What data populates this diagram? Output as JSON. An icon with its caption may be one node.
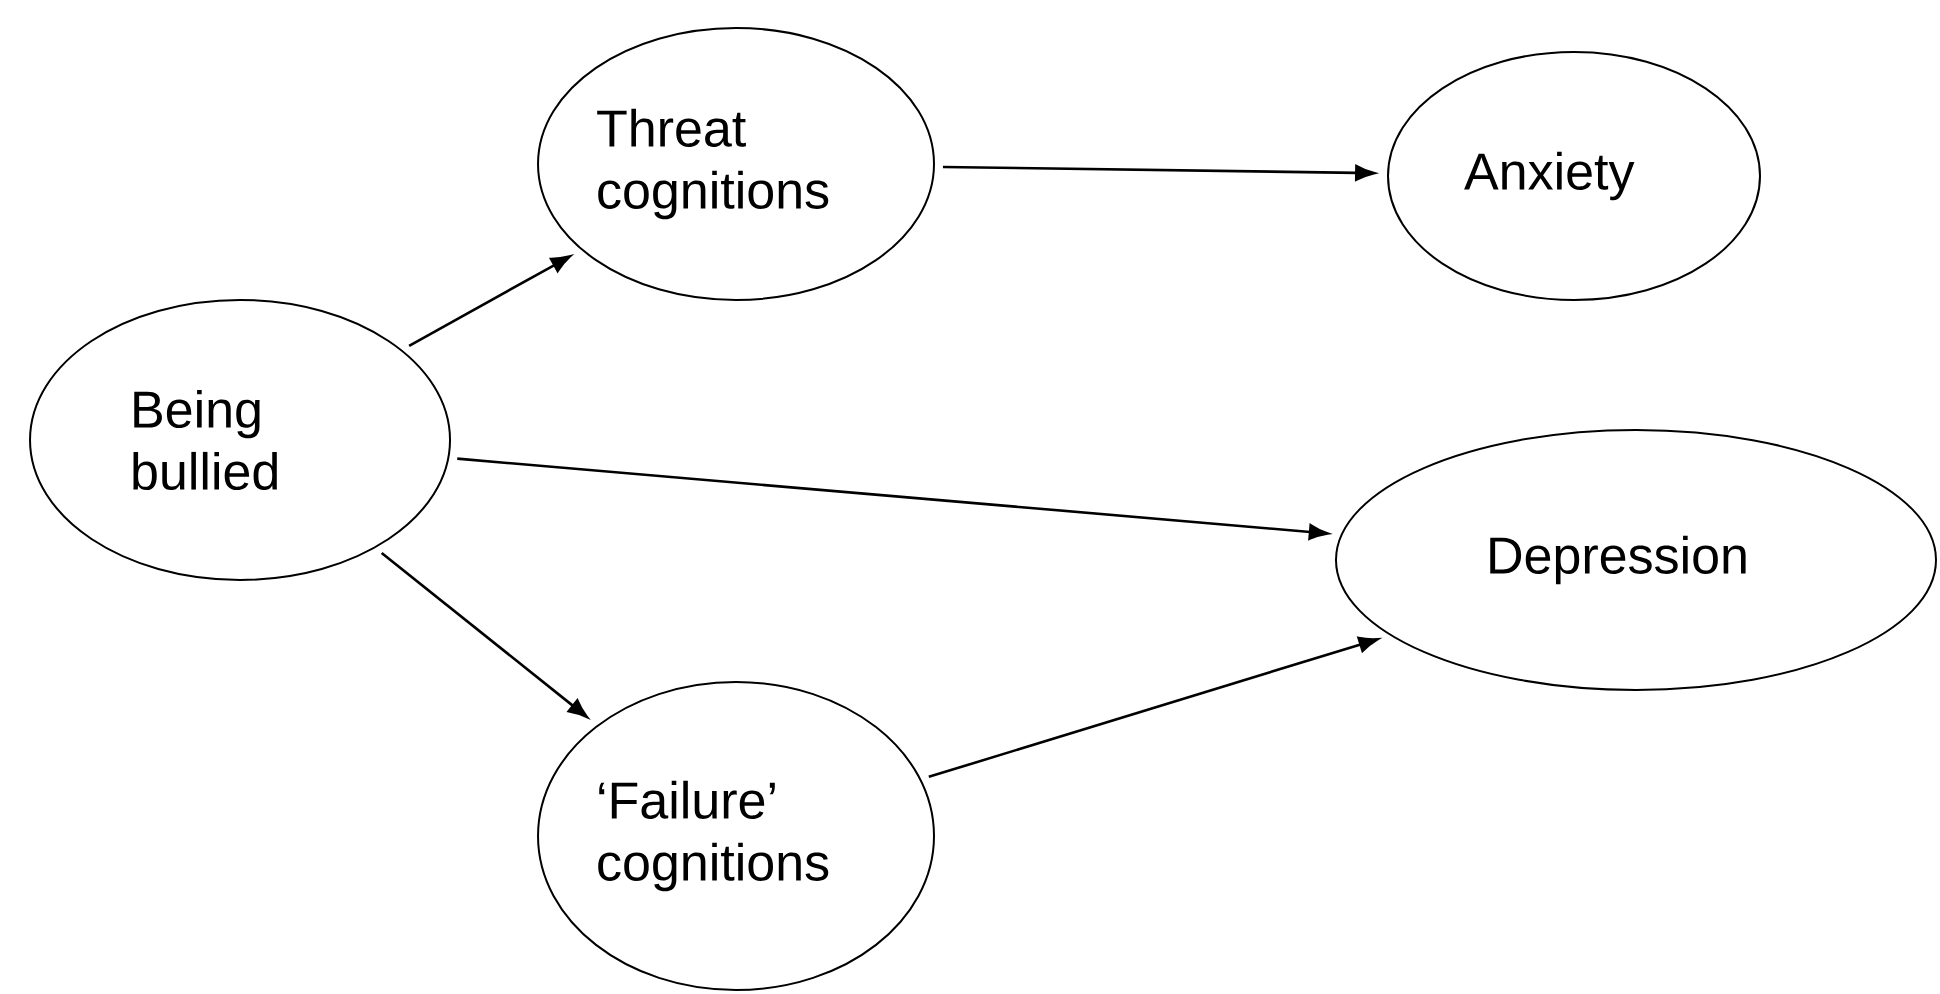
{
  "diagram": {
    "nodes": [
      {
        "text": [
          "Being bullied"
        ]
      },
      {
        "text": [
          "Threat cognitions"
        ]
      },
      {
        "text": [
          "Anxiety"
        ]
      },
      {
        "text": [
          "Depression"
        ]
      },
      {
        "text": [
          "‘Failure’ cognitions"
        ]
      }
    ],
    "edges": [
      {
        "from": 0,
        "to": 1,
        "arrow": "to"
      },
      {
        "from": 1,
        "to": 2,
        "arrow": "to"
      },
      {
        "from": 0,
        "to": 3,
        "arrow": "to"
      },
      {
        "from": 0,
        "to": 4,
        "arrow": "to"
      },
      {
        "from": 4,
        "to": 3,
        "arrow": "to"
      }
    ]
  }
}
